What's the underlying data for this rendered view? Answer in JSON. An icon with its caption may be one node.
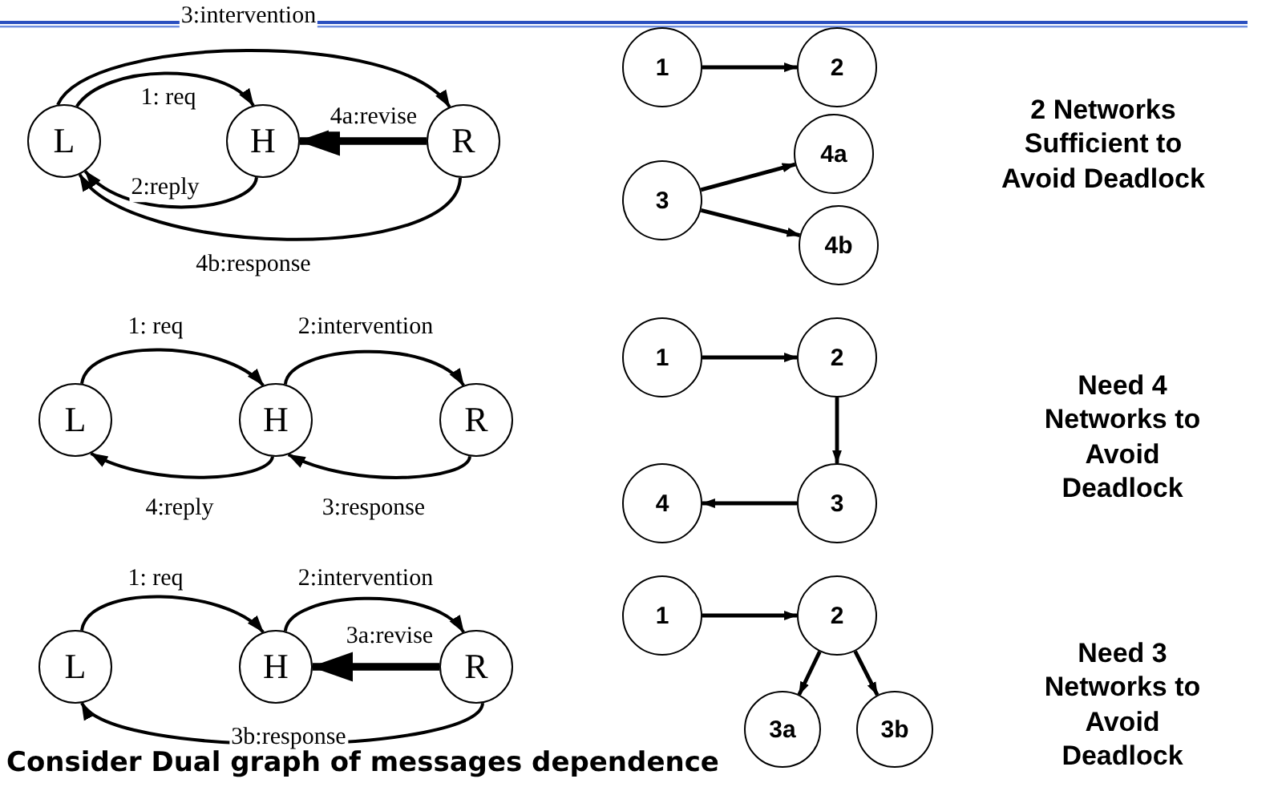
{
  "diagram": {
    "nodes": [
      {
        "text": [
          "L"
        ]
      },
      {
        "text": [
          "H"
        ]
      },
      {
        "text": [
          "R"
        ]
      },
      {
        "text": [
          "L"
        ]
      },
      {
        "text": [
          "H"
        ]
      },
      {
        "text": [
          "R"
        ]
      },
      {
        "text": [
          "L"
        ]
      },
      {
        "text": [
          "H"
        ]
      },
      {
        "text": [
          "R"
        ]
      },
      {
        "text": [
          "1"
        ]
      },
      {
        "text": [
          "2"
        ]
      },
      {
        "text": [
          "3"
        ]
      },
      {
        "text": [
          "4a"
        ]
      },
      {
        "text": [
          "4b"
        ]
      },
      {
        "text": [
          "1"
        ]
      },
      {
        "text": [
          "2"
        ]
      },
      {
        "text": [
          "3"
        ]
      },
      {
        "text": [
          "4"
        ]
      },
      {
        "text": [
          "1"
        ]
      },
      {
        "text": [
          "2"
        ]
      },
      {
        "text": [
          "3a"
        ]
      },
      {
        "text": [
          "3b"
        ]
      }
    ],
    "edges": [
      {
        "from": 0,
        "to": 2,
        "arrow": "to",
        "label": "3:intervention"
      },
      {
        "from": 0,
        "to": 1,
        "arrow": "to",
        "label": "1: req"
      },
      {
        "from": 2,
        "to": 1,
        "arrow": "to",
        "label": "4a:revise",
        "style": "thick"
      },
      {
        "from": 1,
        "to": 0,
        "arrow": "to",
        "label": "2:reply"
      },
      {
        "from": 2,
        "to": 0,
        "arrow": "to",
        "label": "4b:response"
      },
      {
        "from": 3,
        "to": 4,
        "arrow": "to",
        "label": "1: req"
      },
      {
        "from": 4,
        "to": 5,
        "arrow": "to",
        "label": "2:intervention"
      },
      {
        "from": 5,
        "to": 4,
        "arrow": "to",
        "label": "3:response"
      },
      {
        "from": 4,
        "to": 3,
        "arrow": "to",
        "label": "4:reply"
      },
      {
        "from": 6,
        "to": 7,
        "arrow": "to",
        "label": "1: req"
      },
      {
        "from": 7,
        "to": 8,
        "arrow": "to",
        "label": "2:intervention"
      },
      {
        "from": 8,
        "to": 7,
        "arrow": "to",
        "label": "3a:revise",
        "style": "thick"
      },
      {
        "from": 8,
        "to": 6,
        "arrow": "to",
        "label": "3b:response"
      },
      {
        "from": 9,
        "to": 10,
        "arrow": "to"
      },
      {
        "from": 11,
        "to": 12,
        "arrow": "to"
      },
      {
        "from": 11,
        "to": 13,
        "arrow": "to"
      },
      {
        "from": 14,
        "to": 15,
        "arrow": "to"
      },
      {
        "from": 15,
        "to": 16,
        "arrow": "to"
      },
      {
        "from": 16,
        "to": 17,
        "arrow": "to"
      },
      {
        "from": 18,
        "to": 19,
        "arrow": "to"
      },
      {
        "from": 19,
        "to": 20,
        "arrow": "to"
      },
      {
        "from": 19,
        "to": 21,
        "arrow": "to"
      }
    ],
    "labels": [
      "2 Networks Sufficient to Avoid Deadlock",
      "Need 4 Networks to Avoid Deadlock",
      "Need 3 Networks to Avoid Deadlock",
      "Consider Dual graph of messages dependence"
    ]
  }
}
